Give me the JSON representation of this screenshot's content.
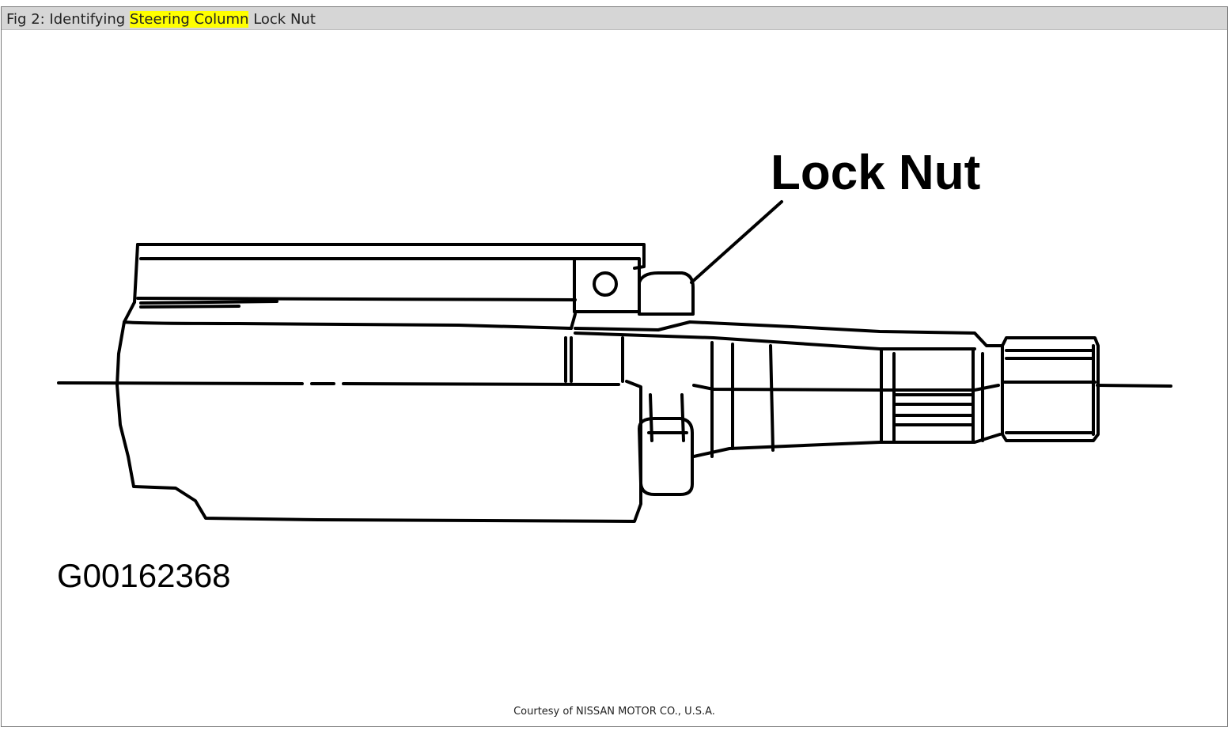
{
  "caption": {
    "prefix": "Fig 2: Identifying ",
    "highlight": "Steering Column",
    "suffix": " Lock Nut",
    "highlight_color": "#ffff00"
  },
  "figure": {
    "label_lock_nut": "Lock Nut",
    "figure_code": "G00162368"
  },
  "credit": "Courtesy of NISSAN MOTOR CO., U.S.A."
}
